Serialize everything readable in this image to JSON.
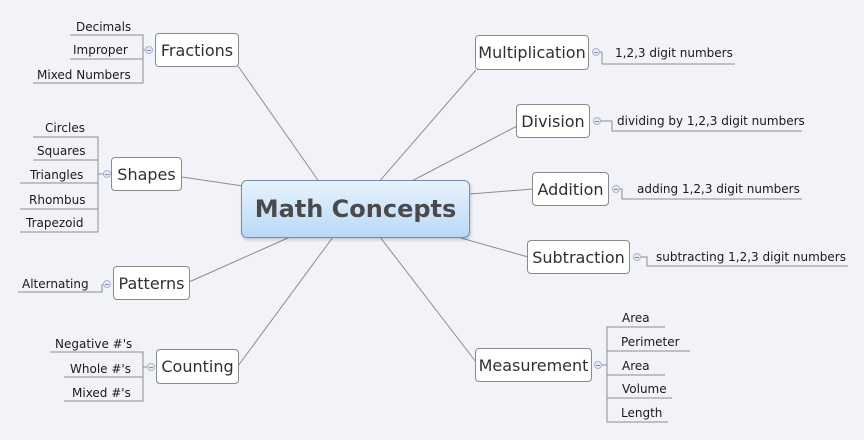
{
  "central": "Math Concepts",
  "topics": {
    "fractions": {
      "label": "Fractions",
      "subtopics": [
        "Decimals",
        "Improper",
        "Mixed Numbers"
      ]
    },
    "shapes": {
      "label": "Shapes",
      "subtopics": [
        "Circles",
        "Squares",
        "Triangles",
        "Rhombus",
        "Trapezoid"
      ]
    },
    "patterns": {
      "label": "Patterns",
      "subtopics": [
        "Alternating"
      ]
    },
    "counting": {
      "label": "Counting",
      "subtopics": [
        "Negative #'s",
        "Whole #'s",
        "Mixed #'s"
      ]
    },
    "multiplication": {
      "label": "Multiplication",
      "subtopics": [
        "1,2,3 digit numbers"
      ]
    },
    "division": {
      "label": "Division",
      "subtopics": [
        "dividing by 1,2,3 digit numbers"
      ]
    },
    "addition": {
      "label": "Addition",
      "subtopics": [
        "adding 1,2,3 digit numbers"
      ]
    },
    "subtraction": {
      "label": "Subtraction",
      "subtopics": [
        "subtracting 1,2,3 digit numbers"
      ]
    },
    "measurement": {
      "label": "Measurement",
      "subtopics": [
        "Area",
        "Perimeter",
        "Area",
        "Volume",
        "Length"
      ]
    }
  },
  "colors": {
    "background": "#f2f3f8",
    "central_fill": "#b8d9f6",
    "line": "#8a8a8a"
  }
}
